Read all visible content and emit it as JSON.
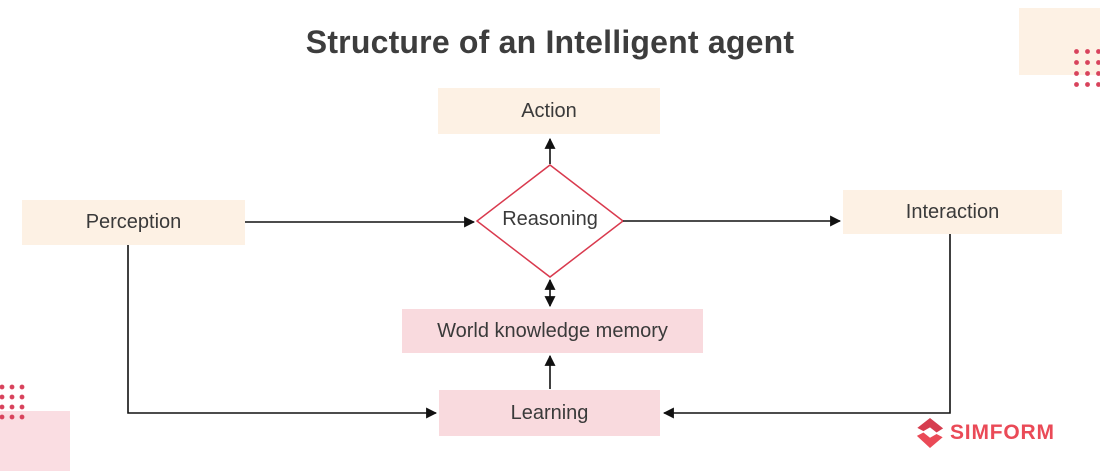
{
  "title": "Structure of an Intelligent agent",
  "nodes": {
    "action": {
      "label": "Action"
    },
    "perception": {
      "label": "Perception"
    },
    "reasoning": {
      "label": "Reasoning"
    },
    "interaction": {
      "label": "Interaction"
    },
    "world_knowledge_memory": {
      "label": "World knowledge memory"
    },
    "learning": {
      "label": "Learning"
    }
  },
  "edges": [
    {
      "from": "Reasoning",
      "to": "Action",
      "arrow": "single"
    },
    {
      "from": "Perception",
      "to": "Reasoning",
      "arrow": "single"
    },
    {
      "from": "Reasoning",
      "to": "Interaction",
      "arrow": "single"
    },
    {
      "from": "Reasoning",
      "to": "World knowledge memory",
      "arrow": "double"
    },
    {
      "from": "Learning",
      "to": "World knowledge memory",
      "arrow": "single"
    },
    {
      "from": "Perception",
      "to": "Learning",
      "arrow": "single"
    },
    {
      "from": "Interaction",
      "to": "Learning",
      "arrow": "single"
    }
  ],
  "logo": {
    "text": "SIMFORM"
  },
  "colors": {
    "cream_box": "#fdf1e4",
    "pink_box": "#f9dade",
    "diamond_border": "#d93a4e",
    "dots_red": "#d8435c",
    "logo_red": "#ea4a57",
    "connector_black": "#111111",
    "title_text": "#3d3d3d"
  }
}
